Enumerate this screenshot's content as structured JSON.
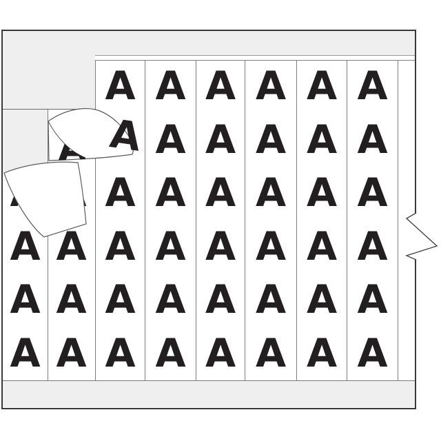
{
  "product_card": {
    "letter": "A",
    "strips": [
      {
        "cells": [
          "",
          "",
          "A",
          "A",
          "A",
          "A"
        ]
      },
      {
        "cells": [
          "",
          "",
          "A",
          "A",
          "A",
          "A"
        ]
      },
      {
        "cells": [
          "A",
          "A",
          "A",
          "A",
          "A",
          "A"
        ]
      },
      {
        "cells": [
          "A",
          "A",
          "A",
          "A",
          "A",
          "A"
        ]
      },
      {
        "cells": [
          "A",
          "A",
          "A",
          "A",
          "A",
          "A"
        ]
      },
      {
        "cells": [
          "A",
          "A",
          "A",
          "A",
          "A",
          "A"
        ]
      },
      {
        "cells": [
          "A",
          "A",
          "A",
          "A",
          "A",
          "A"
        ]
      },
      {
        "cells": [
          "A",
          "A",
          "A",
          "A",
          "A",
          "A"
        ]
      }
    ],
    "flaps": {
      "upper": {
        "peeled_letter": "A"
      },
      "lower": {
        "peeled_letter": ""
      }
    },
    "colors": {
      "backing_gray": "#efefef",
      "letter_color": "#231f20",
      "card_border": "#383838",
      "strip_line": "#7d7d7d"
    }
  }
}
